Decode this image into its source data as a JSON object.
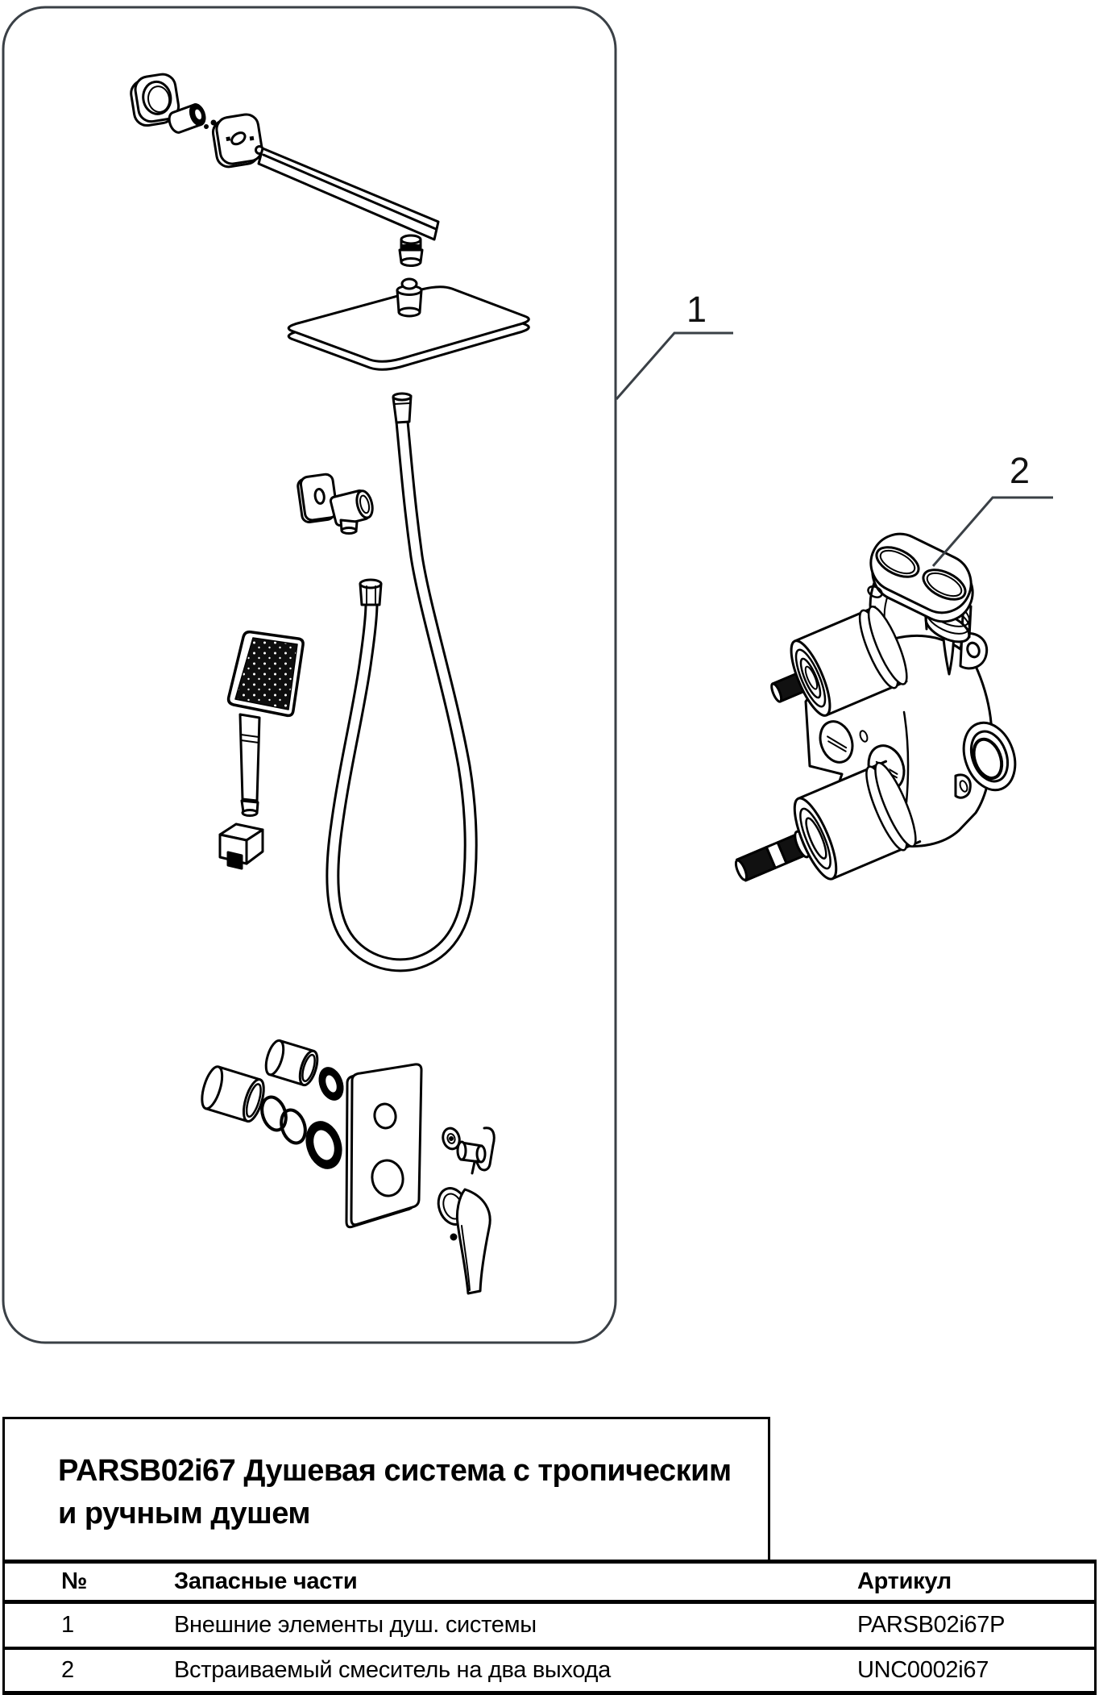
{
  "diagram": {
    "callout1": "1",
    "callout2": "2"
  },
  "title": {
    "line1": "PARSB02i67 Душевая система с тропическим",
    "line2": "и ручным душем"
  },
  "table": {
    "header": {
      "num": "№",
      "name": "Запасные части",
      "article": "Артикул"
    },
    "rows": [
      {
        "num": "1",
        "name": "Внешние элементы душ. системы",
        "article": "PARSB02i67P"
      },
      {
        "num": "2",
        "name": "Встраиваемый смеситель на два выхода",
        "article": "UNC0002i67"
      }
    ]
  },
  "colors": {
    "line": "#000000",
    "frame": "#3a4046",
    "background": "#ffffff"
  }
}
